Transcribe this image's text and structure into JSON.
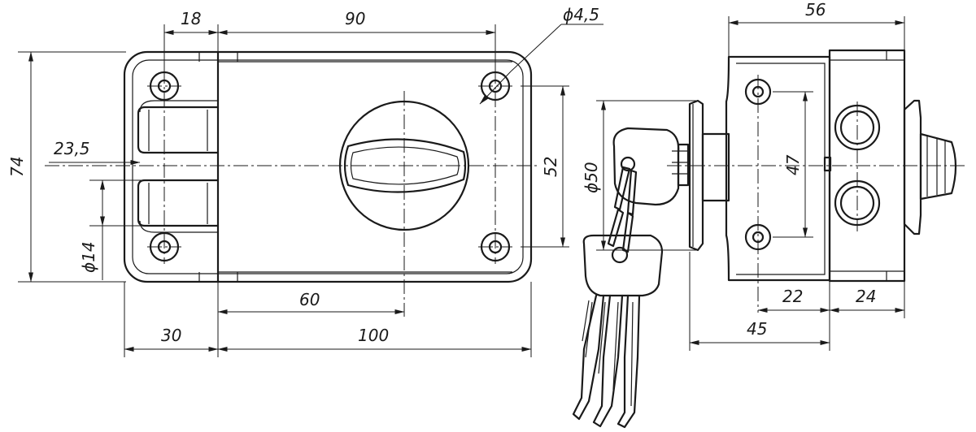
{
  "dimensions": {
    "d18": "18",
    "d90": "90",
    "d_hole": "ϕ4,5",
    "d56": "56",
    "d74": "74",
    "d23_5": "23,5",
    "d52": "52",
    "d_cyl": "ϕ50",
    "d47": "47",
    "d_bolt": "ϕ14",
    "d60": "60",
    "d30": "30",
    "d100": "100",
    "d22": "22",
    "d24": "24",
    "d45": "45"
  },
  "colors": {
    "ink": "#1a1a1a",
    "paper": "#ffffff"
  }
}
